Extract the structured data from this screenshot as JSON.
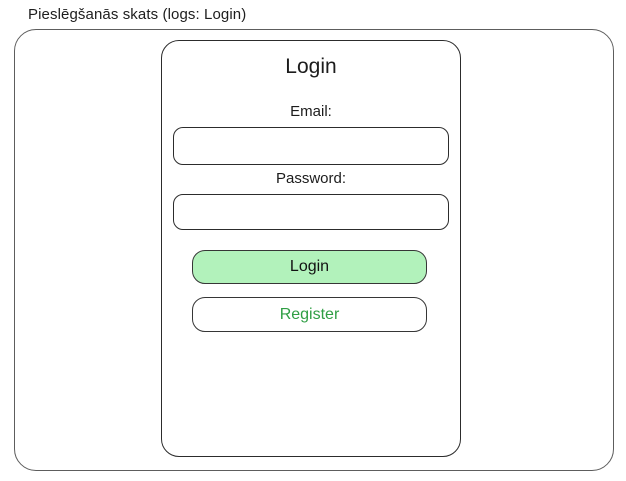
{
  "page": {
    "title": "Pieslēgšanās skats (logs: Login)"
  },
  "login_card": {
    "heading": "Login",
    "email": {
      "label": "Email:",
      "value": "",
      "placeholder": ""
    },
    "password": {
      "label": "Password:",
      "value": "",
      "placeholder": ""
    },
    "buttons": {
      "login_label": "Login",
      "register_label": "Register"
    }
  },
  "colors": {
    "login_button_bg": "#b2f2bb",
    "register_button_text": "#2f9e44",
    "card_stroke": "#2c2c2c",
    "frame_stroke": "#5d5d5d",
    "text": "#1e1e1e"
  }
}
